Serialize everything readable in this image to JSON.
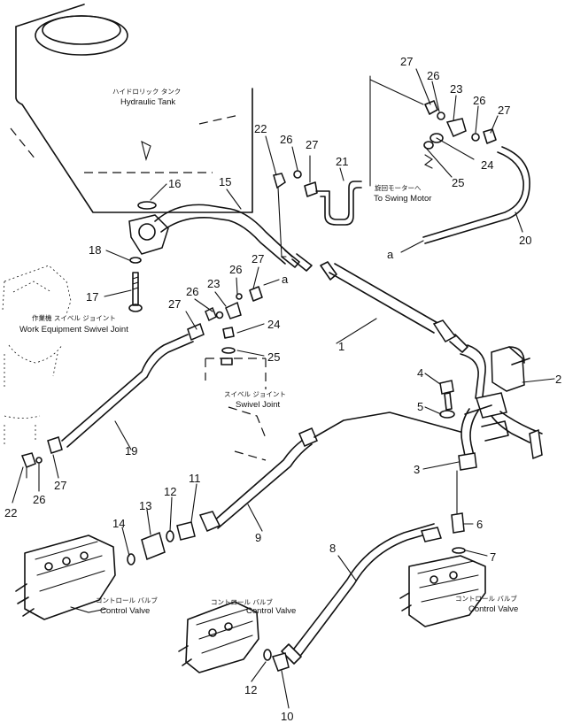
{
  "labels": {
    "hydraulic_tank_jp": "ハイドロリック タンク",
    "hydraulic_tank_en": "Hydraulic Tank",
    "swing_motor_jp": "旋回モーターへ",
    "swing_motor_en": "To Swing Motor",
    "work_swivel_jp": "作業機 スイベル ジョイント",
    "work_swivel_en": "Work Equipment Swivel Joint",
    "swivel_joint_jp": "スイベル ジョイント",
    "swivel_joint_en": "Swivel Joint",
    "control_valve_jp": "コントロール バルブ",
    "control_valve_en": "Control Valve"
  },
  "refs": {
    "a": "a"
  },
  "part_numbers": [
    "1",
    "2",
    "3",
    "4",
    "5",
    "6",
    "7",
    "8",
    "9",
    "10",
    "11",
    "12",
    "13",
    "14",
    "15",
    "16",
    "17",
    "18",
    "19",
    "20",
    "21",
    "22",
    "23",
    "24",
    "25",
    "26",
    "27"
  ]
}
